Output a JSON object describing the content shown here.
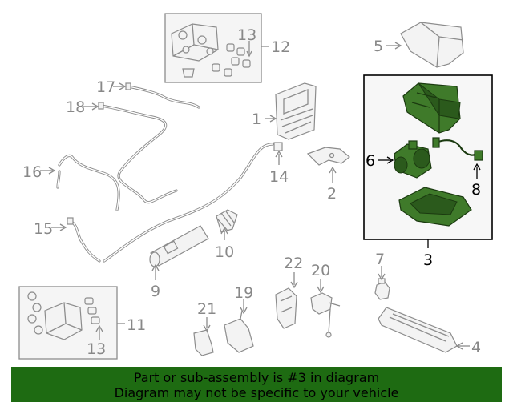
{
  "callouts": {
    "c1": "1",
    "c2": "2",
    "c3": "3",
    "c4": "4",
    "c5": "5",
    "c6": "6",
    "c7": "7",
    "c8": "8",
    "c9": "9",
    "c10": "10",
    "c11": "11",
    "c12": "12",
    "c13a": "13",
    "c13b": "13",
    "c14": "14",
    "c15": "15",
    "c16": "16",
    "c17": "17",
    "c18": "18",
    "c19": "19",
    "c20": "20",
    "c21": "21",
    "c22": "22"
  },
  "highlight": {
    "color": "#3f7a2a",
    "part_number": "3"
  },
  "banner": {
    "line1": "Part or sub-assembly is #3 in diagram",
    "line2": "Diagram may not be specific to your vehicle",
    "background": "#1e6b12"
  }
}
